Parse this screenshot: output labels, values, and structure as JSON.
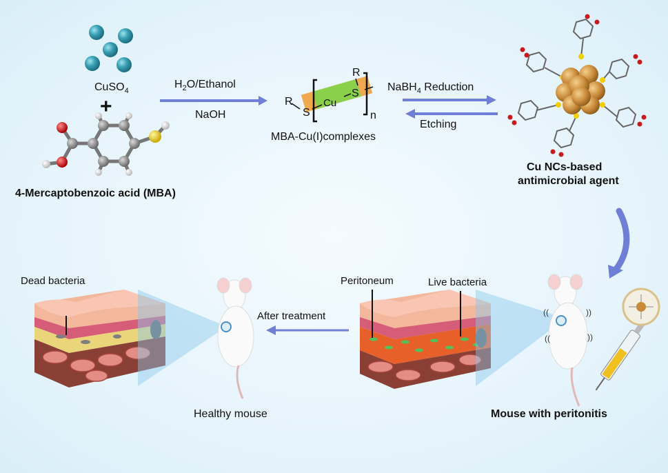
{
  "reagents": {
    "cuso4_base": "CuSO",
    "cuso4_sub": "4",
    "plus": "+",
    "mba": "4-Mercaptobenzoic acid (MBA)"
  },
  "step1": {
    "cond_top_pre": "H",
    "cond_top_sub": "2",
    "cond_top_post": "O/Ethanol",
    "cond_bottom": "NaOH"
  },
  "complex": {
    "r_left": "R",
    "s_left": "S",
    "cu": "Cu",
    "s_right": "S",
    "r_right": "R",
    "n": "n",
    "name": "MBA-Cu(I)complexes"
  },
  "step2": {
    "forward_pre": "NaBH",
    "forward_sub": "4",
    "forward_post": " Reduction",
    "reverse": "Etching"
  },
  "product": {
    "line1": "Cu NCs-based",
    "line2": "antimicrobial agent"
  },
  "bottom": {
    "dead_bacteria": "Dead bacteria",
    "peritoneum": "Peritoneum",
    "live_bacteria": "Live bacteria",
    "after_treatment": "After treatment",
    "healthy_mouse": "Healthy mouse",
    "sick_mouse": "Mouse with peritonitis"
  },
  "colors": {
    "arrow": "#6f7fd6",
    "cu_ball": "#3aa0b4",
    "cluster": "#c98a3a",
    "complex_orange": "#f0a94e",
    "complex_green": "#8bd04a"
  }
}
